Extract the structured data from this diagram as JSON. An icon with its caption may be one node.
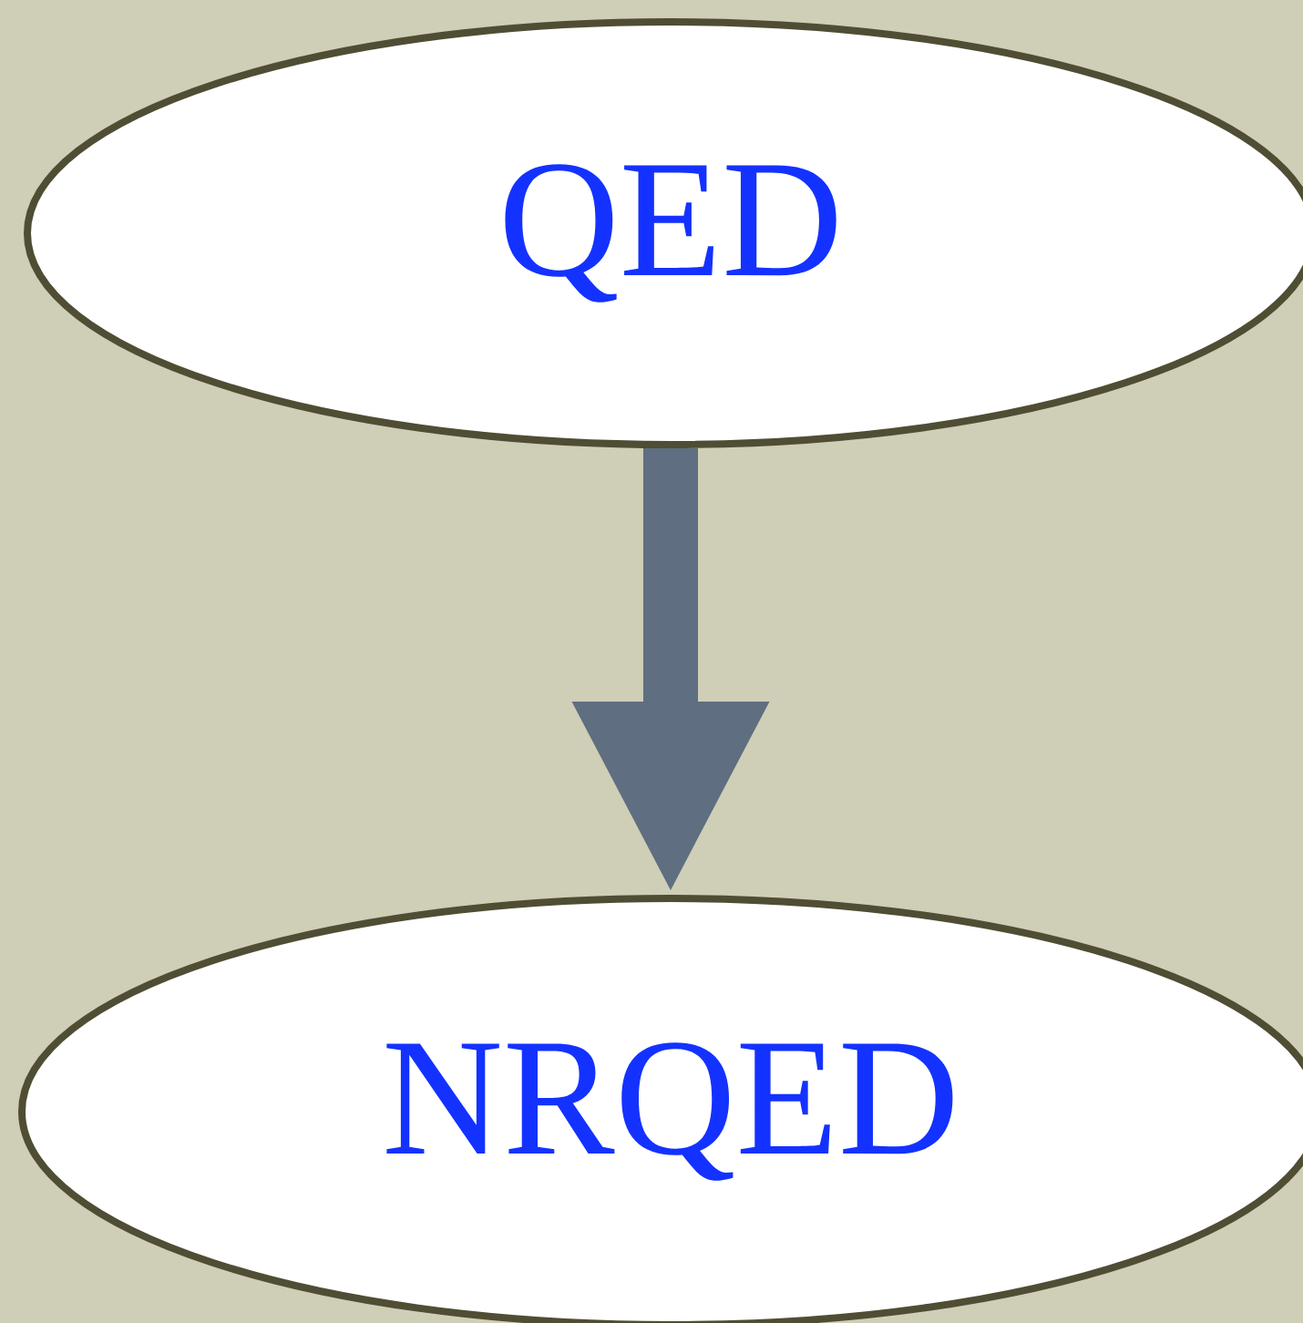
{
  "diagram": {
    "nodes": [
      {
        "text": [
          "QED"
        ]
      },
      {
        "text": [
          "NRQED"
        ]
      }
    ],
    "edges": [
      {
        "from": 0,
        "to": 1,
        "arrow": "to",
        "color": "#5f6e80"
      }
    ]
  }
}
